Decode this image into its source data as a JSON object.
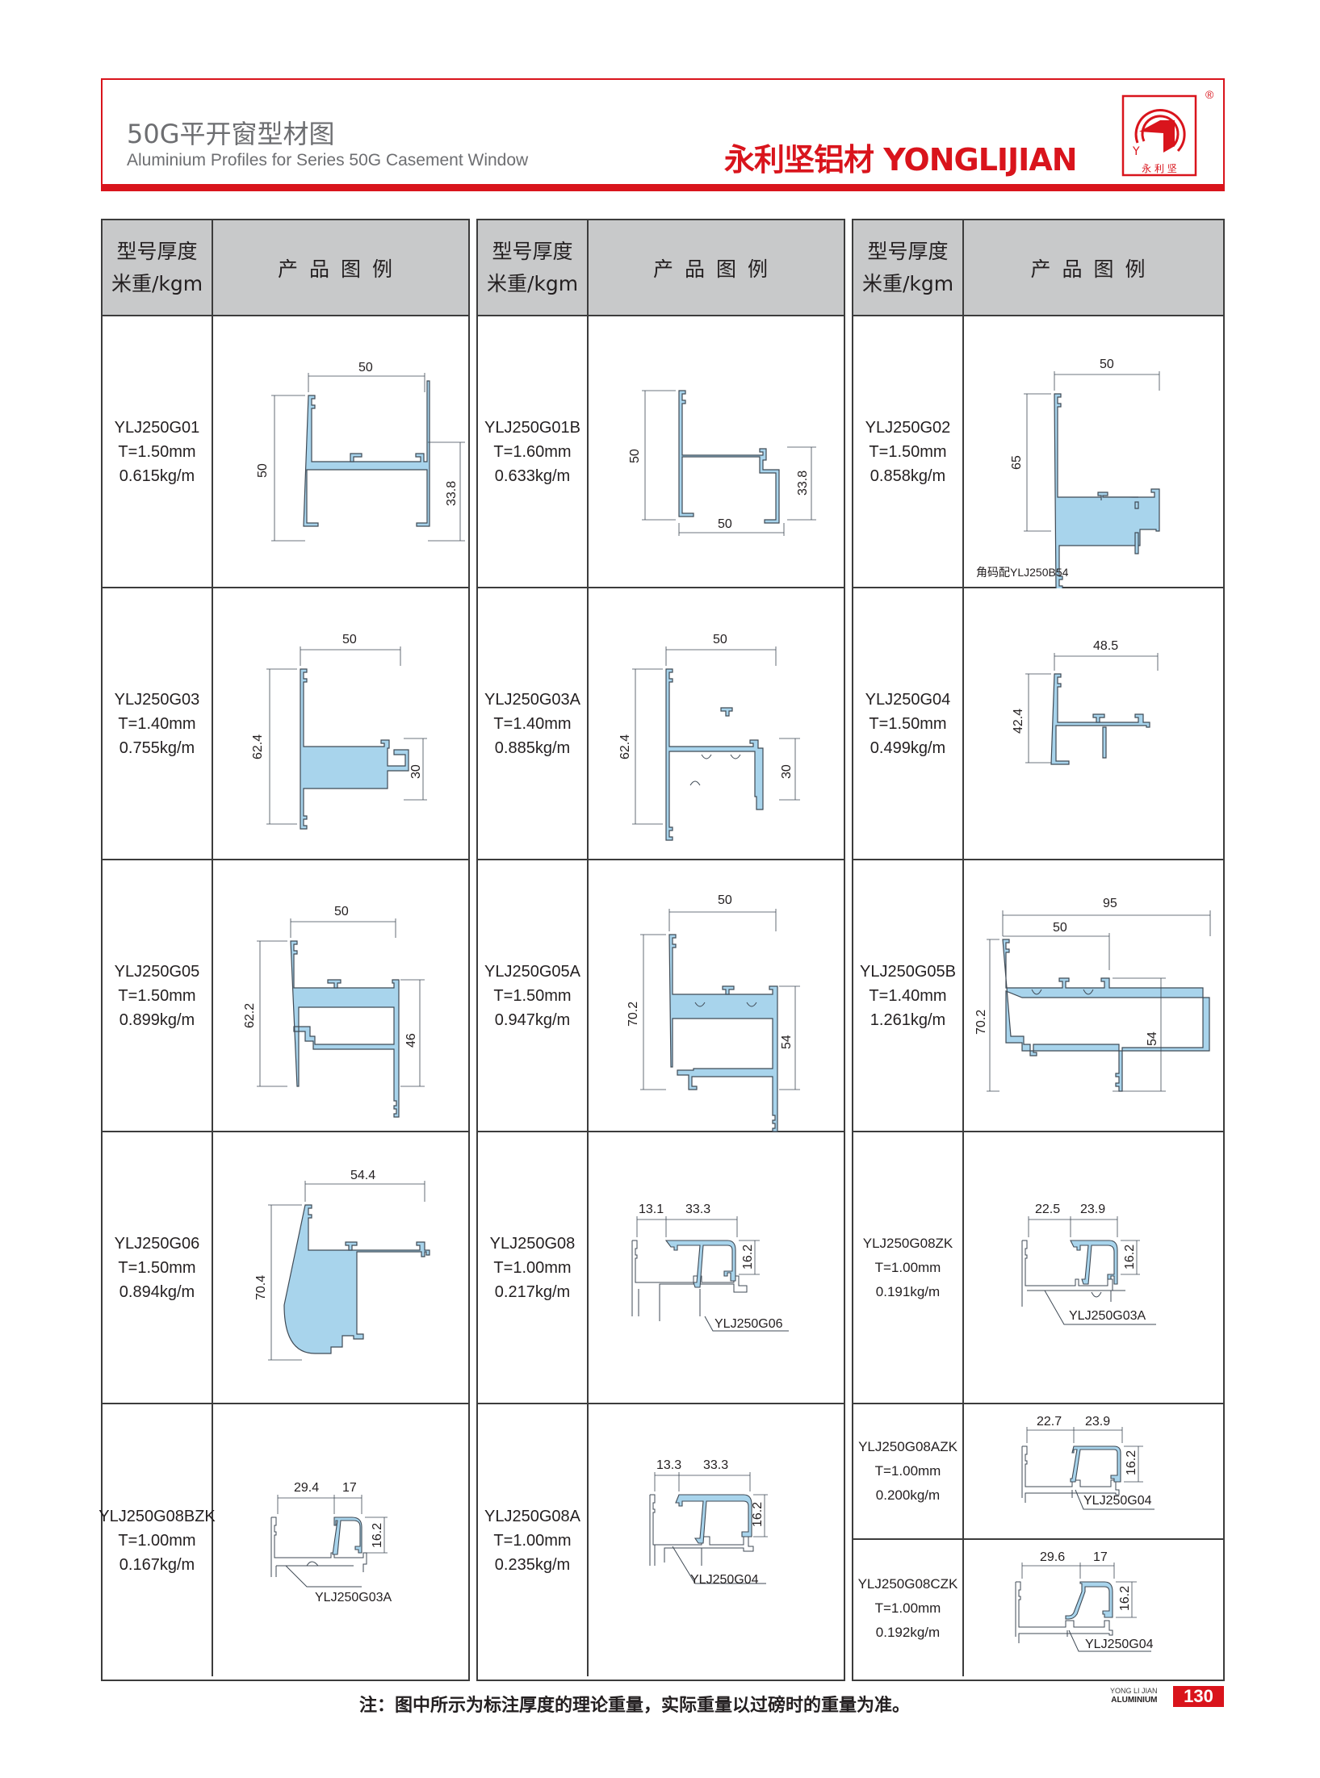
{
  "header": {
    "title_cn": "50G平开窗型材图",
    "title_en": "Aluminium Profiles for Series 50G Casement Window",
    "brand": "永利坚铝材 YONGLIJIAN",
    "logo_text": "永 利 坚",
    "registered": "®"
  },
  "table_headers": {
    "col1_line1": "型号厚度",
    "col1_line2": "米重/kgm",
    "col2": "产品图例"
  },
  "columns": [
    {
      "items": [
        {
          "model": "YLJ250G01",
          "thickness": "T=1.50mm",
          "weight": "0.615kg/m",
          "dims": [
            "50",
            "50",
            "33.8"
          ]
        },
        {
          "model": "YLJ250G03",
          "thickness": "T=1.40mm",
          "weight": "0.755kg/m",
          "dims": [
            "50",
            "62.4",
            "30"
          ]
        },
        {
          "model": "YLJ250G05",
          "thickness": "T=1.50mm",
          "weight": "0.899kg/m",
          "dims": [
            "50",
            "62.2",
            "46"
          ]
        },
        {
          "model": "YLJ250G06",
          "thickness": "T=1.50mm",
          "weight": "0.894kg/m",
          "dims": [
            "54.4",
            "70.4"
          ]
        },
        {
          "model": "YLJ250G08BZK",
          "thickness": "T=1.00mm",
          "weight": "0.167kg/m",
          "dims": [
            "29.4",
            "17",
            "16.2"
          ],
          "ref": "YLJ250G03A"
        }
      ]
    },
    {
      "items": [
        {
          "model": "YLJ250G01B",
          "thickness": "T=1.60mm",
          "weight": "0.633kg/m",
          "dims": [
            "50",
            "50",
            "33.8"
          ]
        },
        {
          "model": "YLJ250G03A",
          "thickness": "T=1.40mm",
          "weight": "0.885kg/m",
          "dims": [
            "50",
            "62.4",
            "30"
          ]
        },
        {
          "model": "YLJ250G05A",
          "thickness": "T=1.50mm",
          "weight": "0.947kg/m",
          "dims": [
            "50",
            "70.2",
            "54"
          ]
        },
        {
          "model": "YLJ250G08",
          "thickness": "T=1.00mm",
          "weight": "0.217kg/m",
          "dims": [
            "13.1",
            "33.3",
            "16.2"
          ],
          "ref": "YLJ250G06"
        },
        {
          "model": "YLJ250G08A",
          "thickness": "T=1.00mm",
          "weight": "0.235kg/m",
          "dims": [
            "13.3",
            "33.3",
            "16.2"
          ],
          "ref": "YLJ250G04"
        }
      ]
    },
    {
      "items": [
        {
          "model": "YLJ250G02",
          "thickness": "T=1.50mm",
          "weight": "0.858kg/m",
          "dims": [
            "50",
            "65"
          ],
          "note": "角码配YLJ250B54"
        },
        {
          "model": "YLJ250G04",
          "thickness": "T=1.50mm",
          "weight": "0.499kg/m",
          "dims": [
            "48.5",
            "42.4"
          ]
        },
        {
          "model": "YLJ250G05B",
          "thickness": "T=1.40mm",
          "weight": "1.261kg/m",
          "dims": [
            "95",
            "50",
            "70.2",
            "54"
          ]
        },
        {
          "model": "YLJ250G08ZK",
          "thickness": "T=1.00mm",
          "weight": "0.191kg/m",
          "dims": [
            "22.5",
            "23.9",
            "16.2"
          ],
          "ref": "YLJ250G03A"
        },
        {
          "model": "YLJ250G08AZK",
          "thickness": "T=1.00mm",
          "weight": "0.200kg/m",
          "dims": [
            "22.7",
            "23.9",
            "16.2"
          ],
          "ref": "YLJ250G04"
        },
        {
          "model": "YLJ250G08CZK",
          "thickness": "T=1.00mm",
          "weight": "0.192kg/m",
          "dims": [
            "29.6",
            "17",
            "16.2"
          ],
          "ref": "YLJ250G04"
        }
      ]
    }
  ],
  "footer": {
    "note": "注：图中所示为标注厚度的理论重量，实际重量以过磅时的重量为准。",
    "brand_line1": "YONG LI JIAN",
    "brand_line2": "ALUMINIUM",
    "page_number": "130"
  },
  "colors": {
    "accent_red": "#d9141c",
    "header_gray": "#c8c9ca",
    "profile_fill": "#a8d4ec",
    "profile_stroke": "#3f4a55"
  }
}
